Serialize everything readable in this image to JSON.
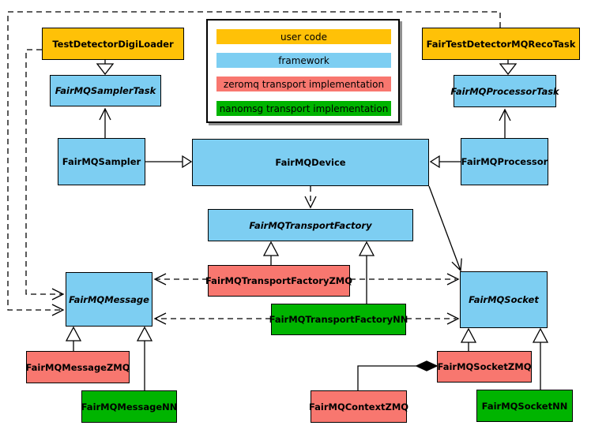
{
  "legend": {
    "items": [
      {
        "label": "user code",
        "color": "#ffc107",
        "category": "user"
      },
      {
        "label": "framework",
        "color": "#7dcef2",
        "category": "framework"
      },
      {
        "label": "zeromq transport implementation",
        "color": "#f8776f",
        "category": "zeromq"
      },
      {
        "label": "nanomsg transport implementation",
        "color": "#00b400",
        "category": "nanomsg"
      }
    ]
  },
  "nodes": {
    "digiLoader": {
      "label": "TestDetectorDigiLoader",
      "category": "user",
      "abstract": false
    },
    "recoTask": {
      "label": "FairTestDetectorMQRecoTask",
      "category": "user",
      "abstract": false
    },
    "samplerTask": {
      "label": "FairMQSamplerTask",
      "category": "framework",
      "abstract": true
    },
    "processorTask": {
      "label": "FairMQProcessorTask",
      "category": "framework",
      "abstract": true
    },
    "sampler": {
      "label": "FairMQSampler",
      "category": "framework",
      "abstract": false
    },
    "device": {
      "label": "FairMQDevice",
      "category": "framework",
      "abstract": false
    },
    "processor": {
      "label": "FairMQProcessor",
      "category": "framework",
      "abstract": false
    },
    "transportFactory": {
      "label": "FairMQTransportFactory",
      "category": "framework",
      "abstract": true
    },
    "transportFactoryZMQ": {
      "label": "FairMQTransportFactoryZMQ",
      "category": "zeromq",
      "abstract": false
    },
    "transportFactoryNN": {
      "label": "FairMQTransportFactoryNN",
      "category": "nanomsg",
      "abstract": false
    },
    "message": {
      "label": "FairMQMessage",
      "category": "framework",
      "abstract": true
    },
    "socket": {
      "label": "FairMQSocket",
      "category": "framework",
      "abstract": true
    },
    "messageZMQ": {
      "label": "FairMQMessageZMQ",
      "category": "zeromq",
      "abstract": false
    },
    "messageNN": {
      "label": "FairMQMessageNN",
      "category": "nanomsg",
      "abstract": false
    },
    "socketZMQ": {
      "label": "FairMQSocketZMQ",
      "category": "zeromq",
      "abstract": false
    },
    "socketNN": {
      "label": "FairMQSocketNN",
      "category": "nanomsg",
      "abstract": false
    },
    "contextZMQ": {
      "label": "FairMQContextZMQ",
      "category": "zeromq",
      "abstract": false
    }
  },
  "edges": [
    {
      "from": "TestDetectorDigiLoader",
      "to": "FairMQSamplerTask",
      "type": "generalization"
    },
    {
      "from": "FairTestDetectorMQRecoTask",
      "to": "FairMQProcessorTask",
      "type": "generalization"
    },
    {
      "from": "FairMQSampler",
      "to": "FairMQDevice",
      "type": "generalization"
    },
    {
      "from": "FairMQProcessor",
      "to": "FairMQDevice",
      "type": "generalization"
    },
    {
      "from": "FairMQSampler",
      "to": "FairMQSamplerTask",
      "type": "association"
    },
    {
      "from": "FairMQProcessor",
      "to": "FairMQProcessorTask",
      "type": "association"
    },
    {
      "from": "FairMQDevice",
      "to": "FairMQTransportFactory",
      "type": "dependency"
    },
    {
      "from": "FairMQDevice",
      "to": "FairMQSocket",
      "type": "association"
    },
    {
      "from": "FairMQTransportFactoryZMQ",
      "to": "FairMQTransportFactory",
      "type": "generalization"
    },
    {
      "from": "FairMQTransportFactoryNN",
      "to": "FairMQTransportFactory",
      "type": "generalization"
    },
    {
      "from": "FairMQTransportFactoryZMQ",
      "to": "FairMQMessage",
      "type": "dependency"
    },
    {
      "from": "FairMQTransportFactoryZMQ",
      "to": "FairMQSocket",
      "type": "dependency"
    },
    {
      "from": "FairMQTransportFactoryNN",
      "to": "FairMQMessage",
      "type": "dependency"
    },
    {
      "from": "FairMQTransportFactoryNN",
      "to": "FairMQSocket",
      "type": "dependency"
    },
    {
      "from": "FairMQMessageZMQ",
      "to": "FairMQMessage",
      "type": "generalization"
    },
    {
      "from": "FairMQMessageNN",
      "to": "FairMQMessage",
      "type": "generalization"
    },
    {
      "from": "FairMQSocketZMQ",
      "to": "FairMQSocket",
      "type": "generalization"
    },
    {
      "from": "FairMQSocketNN",
      "to": "FairMQSocket",
      "type": "generalization"
    },
    {
      "from": "FairMQContextZMQ",
      "to": "FairMQSocketZMQ",
      "type": "composition"
    },
    {
      "from": "TestDetectorDigiLoader",
      "to": "FairMQMessage",
      "type": "dependency"
    },
    {
      "from": "FairTestDetectorMQRecoTask",
      "to": "FairMQMessage",
      "type": "dependency"
    }
  ]
}
